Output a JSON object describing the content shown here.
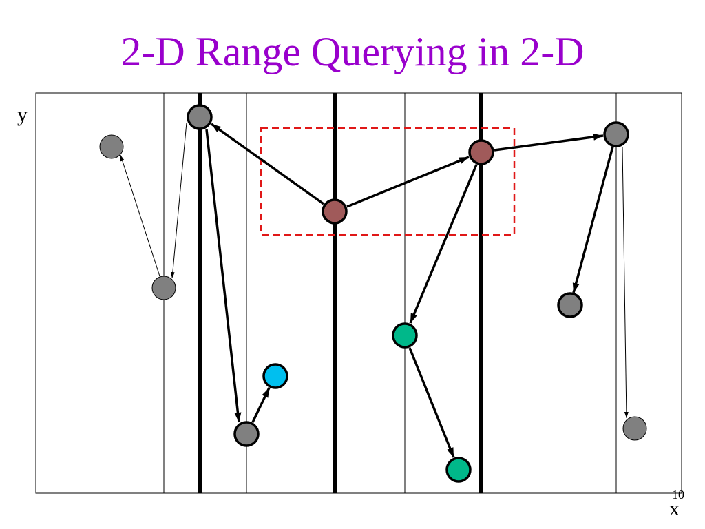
{
  "title": "2-D Range Querying in 2-D",
  "axes": {
    "y_label": "y",
    "x_label": "x"
  },
  "slide_number": "10",
  "colors": {
    "title": "#9900cc",
    "query_box": "#e01818",
    "node_gray": "#808080",
    "node_brown": "#a05a5a",
    "node_cyan": "#00bfef",
    "node_teal": "#00b88a"
  }
}
